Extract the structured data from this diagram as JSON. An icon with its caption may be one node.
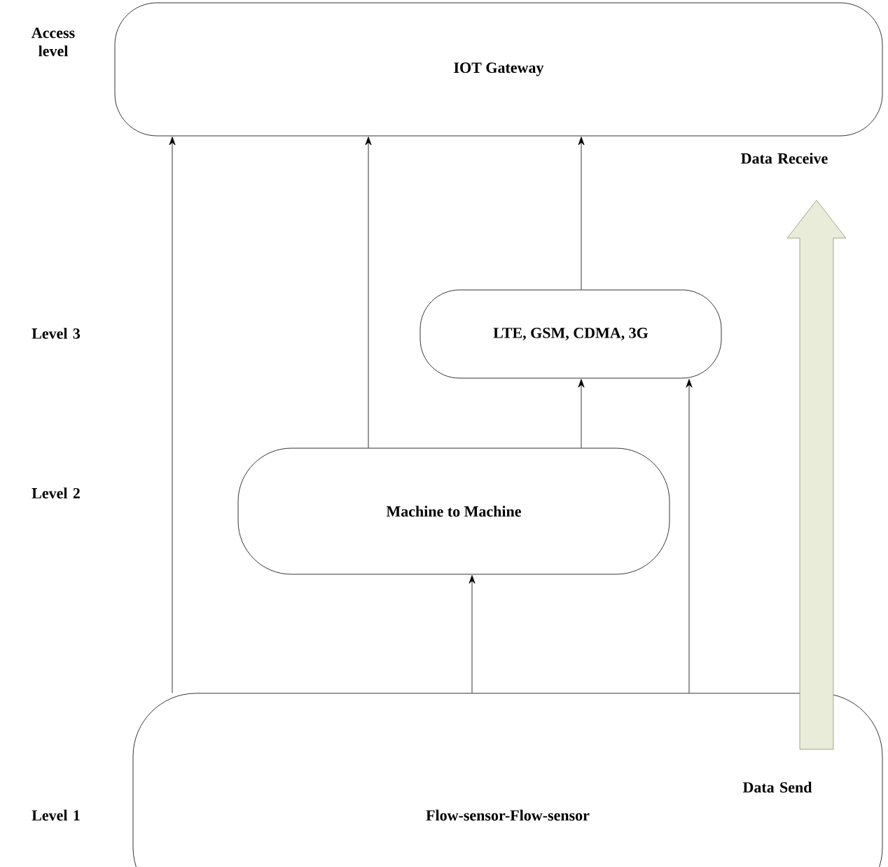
{
  "diagram": {
    "nodes": [
      {
        "text": [
          "IOT Gateway"
        ]
      },
      {
        "text": [
          "LTE, GSM, CDMA, 3G"
        ]
      },
      {
        "text": [
          "Machine to Machine"
        ]
      },
      {
        "text": [
          "Flow-sensor-Flow-sensor"
        ]
      }
    ],
    "edges": [
      {
        "from": 3,
        "to": 0,
        "arrow": "to"
      },
      {
        "from": 2,
        "to": 0,
        "arrow": "to"
      },
      {
        "from": 1,
        "to": 0,
        "arrow": "to"
      },
      {
        "from": 2,
        "to": 1,
        "arrow": "to"
      },
      {
        "from": 3,
        "to": 2,
        "arrow": "to"
      },
      {
        "from": 3,
        "to": 1,
        "arrow": "to"
      }
    ],
    "labels": [
      "Access level",
      "Level 3",
      "Data Receive",
      "Level 2",
      "Data Send",
      "Level 1"
    ]
  }
}
